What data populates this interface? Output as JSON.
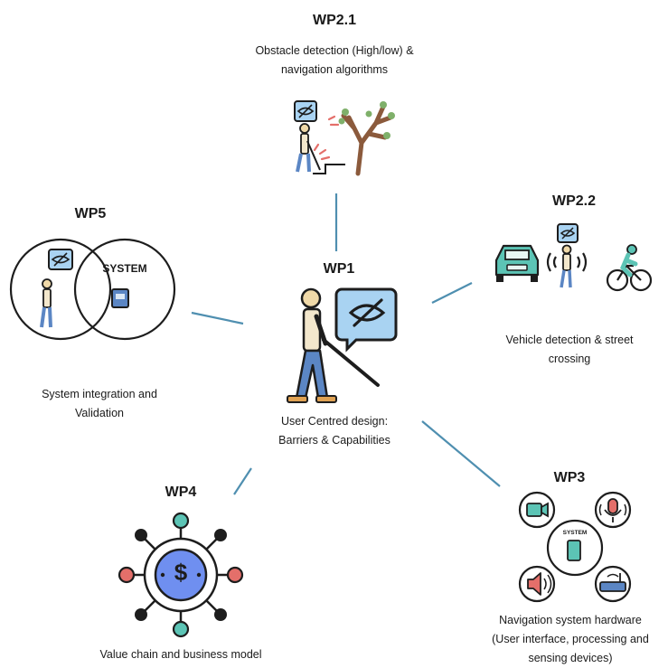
{
  "center": {
    "title": "WP1",
    "caption": [
      "User Centred design:",
      "Barriers & Capabilities"
    ]
  },
  "nodes": {
    "wp21": {
      "title": "WP2.1",
      "caption": [
        "Obstacle detection (High/low) &",
        "navigation algorithms"
      ]
    },
    "wp22": {
      "title": "WP2.2",
      "caption": [
        "Vehicle detection & street",
        "crossing"
      ]
    },
    "wp3": {
      "title": "WP3",
      "caption": [
        "Navigation system hardware",
        "(User interface, processing and",
        "sensing devices)"
      ],
      "system_label": "SYSTEM"
    },
    "wp4": {
      "title": "WP4",
      "caption": [
        "Value chain and business model"
      ],
      "symbol": "$"
    },
    "wp5": {
      "title": "WP5",
      "caption": [
        "System integration and",
        "Validation"
      ],
      "system_label": "SYSTEM"
    }
  },
  "colors": {
    "connector": "#4f8fb0",
    "bubble": "#a9d3f2",
    "teal": "#5cc4b5",
    "coral": "#e46f6a",
    "dollar": "#6f8ff0",
    "dark": "#1d1d1d"
  }
}
